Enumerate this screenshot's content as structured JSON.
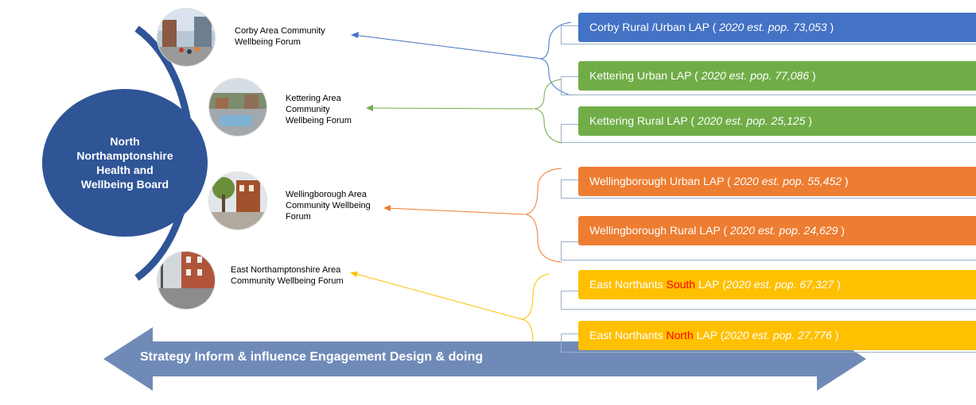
{
  "board": {
    "label": "North Northamptonshire Health and Wellbeing Board",
    "color": "#2f5597"
  },
  "forums": [
    {
      "label": "Corby Area Community Wellbeing Forum",
      "arrow_color": "#4472c4"
    },
    {
      "label": "Kettering Area Community Wellbeing Forum",
      "arrow_color": "#70ad47"
    },
    {
      "label": "Wellingborough Area Community Wellbeing Forum",
      "arrow_color": "#ed7d31"
    },
    {
      "label": "East Northamptonshire Area Community Wellbeing Forum",
      "arrow_color": "#ffc000"
    }
  ],
  "laps": [
    {
      "prefix": "Corby Rural /Urban LAP ( ",
      "highlight": "",
      "mid": "",
      "est": "2020 est. pop. 73,053",
      "suffix": " )",
      "color": "#4472c4"
    },
    {
      "prefix": "Kettering Urban LAP ( ",
      "highlight": "",
      "mid": "",
      "est": "2020 est. pop. 77,086",
      "suffix": " )",
      "color": "#70ad47"
    },
    {
      "prefix": "Kettering Rural LAP ( ",
      "highlight": "",
      "mid": "",
      "est": "2020 est. pop. 25,125",
      "suffix": " )",
      "color": "#70ad47"
    },
    {
      "prefix": "Wellingborough Urban LAP ( ",
      "highlight": "",
      "mid": "",
      "est": "2020 est. pop. 55,452",
      "suffix": " )",
      "color": "#ed7d31"
    },
    {
      "prefix": "Wellingborough Rural LAP ( ",
      "highlight": "",
      "mid": "",
      "est": "2020 est. pop. 24,629",
      "suffix": " )",
      "color": "#ed7d31"
    },
    {
      "prefix": "East Northants ",
      "highlight": "South",
      "mid": " LAP (",
      "est": "2020 est. pop. 67,327",
      "suffix": " )",
      "color": "#ffc000"
    },
    {
      "prefix": "East Northants ",
      "highlight": "North",
      "mid": " LAP (",
      "est": "2020 est. pop. 27,776",
      "suffix": " )",
      "color": "#ffc000"
    }
  ],
  "banner": {
    "text": "Strategy Inform & influence Engagement Design & doing",
    "color": "#6f8ab7"
  },
  "highlight_color": "#ff0000"
}
